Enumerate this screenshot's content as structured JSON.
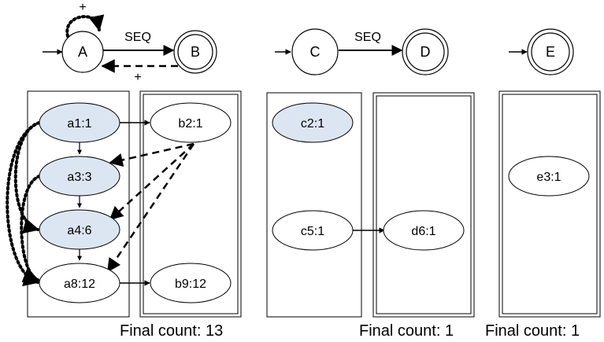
{
  "automaton": {
    "states": [
      "A",
      "B",
      "C",
      "D",
      "E"
    ],
    "edges": [
      {
        "from": "A",
        "to": "A",
        "label": "+",
        "kind": "dotted-loop"
      },
      {
        "from": "A",
        "to": "B",
        "label": "SEQ",
        "kind": "solid"
      },
      {
        "from": "B",
        "to": "A",
        "label": "+",
        "kind": "dashed"
      },
      {
        "from": "C",
        "to": "D",
        "label": "SEQ",
        "kind": "solid"
      }
    ],
    "accepting": [
      "B",
      "D",
      "E"
    ],
    "start": [
      "A",
      "C",
      "E"
    ]
  },
  "events": {
    "a1": "a1:1",
    "a3": "a3:3",
    "a4": "a4:6",
    "a8": "a8:12",
    "b2": "b2:1",
    "b9": "b9:12",
    "c2": "c2:1",
    "c5": "c5:1",
    "d6": "d6:1",
    "e3": "e3:1"
  },
  "highlighted_events": [
    "a1",
    "a3",
    "a4",
    "c2"
  ],
  "counts": {
    "group1": "Final count: 13",
    "group2": "Final count: 1",
    "group3": "Final count: 1"
  },
  "colors": {
    "highlight_fill": "#dce6f2",
    "stroke": "#000000"
  }
}
